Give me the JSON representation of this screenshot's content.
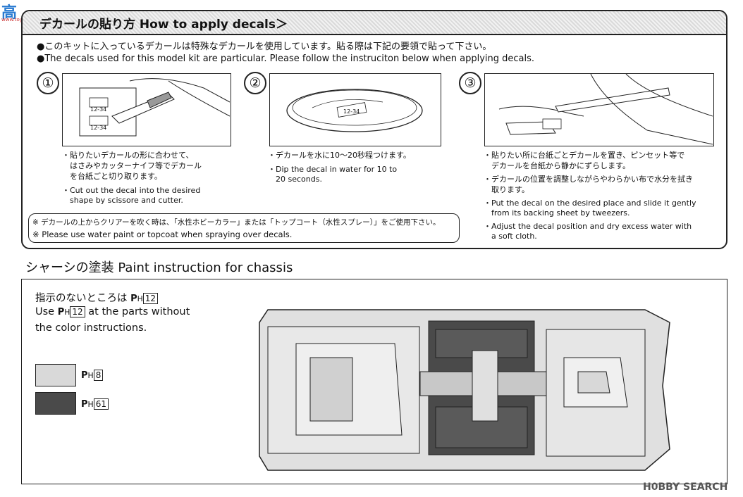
{
  "watermark_top": {
    "char": "高",
    "domain": "www.toy.com"
  },
  "decals": {
    "title": "デカールの貼り方 How to apply decals＞",
    "intro_ja": "●このキットに入っているデカールは特殊なデカールを使用しています。貼る際は下記の要領で貼って下さい。",
    "intro_en": "●The decals used for this model kit are particular. Please follow the instruciton below when applying decals.",
    "steps": [
      {
        "number": "①",
        "sheet_labels": [
          "12-34",
          "12-34"
        ],
        "lines": [
          "・貼りたいデカールの形に合わせて、",
          "　はさみやカッターナイフ等でデカール",
          "　を台紙ごと切り取ります。",
          "・Cut out the decal into the desired",
          "　shape by scissore and cutter."
        ]
      },
      {
        "number": "②",
        "sheet_labels": [
          "12-34"
        ],
        "lines": [
          "・デカールを水に10〜20秒程つけます。",
          "・Dip the decal in water for 10 to",
          "　20 seconds."
        ]
      },
      {
        "number": "③",
        "sheet_labels": [],
        "lines": [
          "・貼りたい所に台紙ごとデカールを置き、ピンセット等で",
          "　デカールを台紙から静かにずらします。",
          "・デカールの位置を調整しながらやわらかい布で水分を拭き",
          "　取ります。",
          "・Put the decal on the desired place and slide it gently",
          "　from its backing sheet by tweezers.",
          "・Adjust the decal position and dry excess water with",
          "　a soft cloth."
        ]
      }
    ],
    "note_ja": "※ デカールの上からクリアーを吹く時は、「水性ホビーカラー」または「トップコート（水性スプレー）」をご使用下さい。",
    "note_en": "※ Please use water paint or topcoat when spraying over decals."
  },
  "chassis": {
    "heading": "シャーシの塗装 Paint instruction for chassis",
    "default_ja_prefix": "指示のないところは",
    "default_en_prefix": "Use",
    "default_en_suffix": "at the parts without",
    "default_en_line2": "the color instructions.",
    "default_code": {
      "prefix": "H",
      "number": "12"
    },
    "legend": [
      {
        "color": "#d9d9d9",
        "prefix": "H",
        "number": "8"
      },
      {
        "color": "#4a4a4a",
        "prefix": "H",
        "number": "61"
      }
    ]
  },
  "watermark_bottom": "H0BBY SEARCH"
}
